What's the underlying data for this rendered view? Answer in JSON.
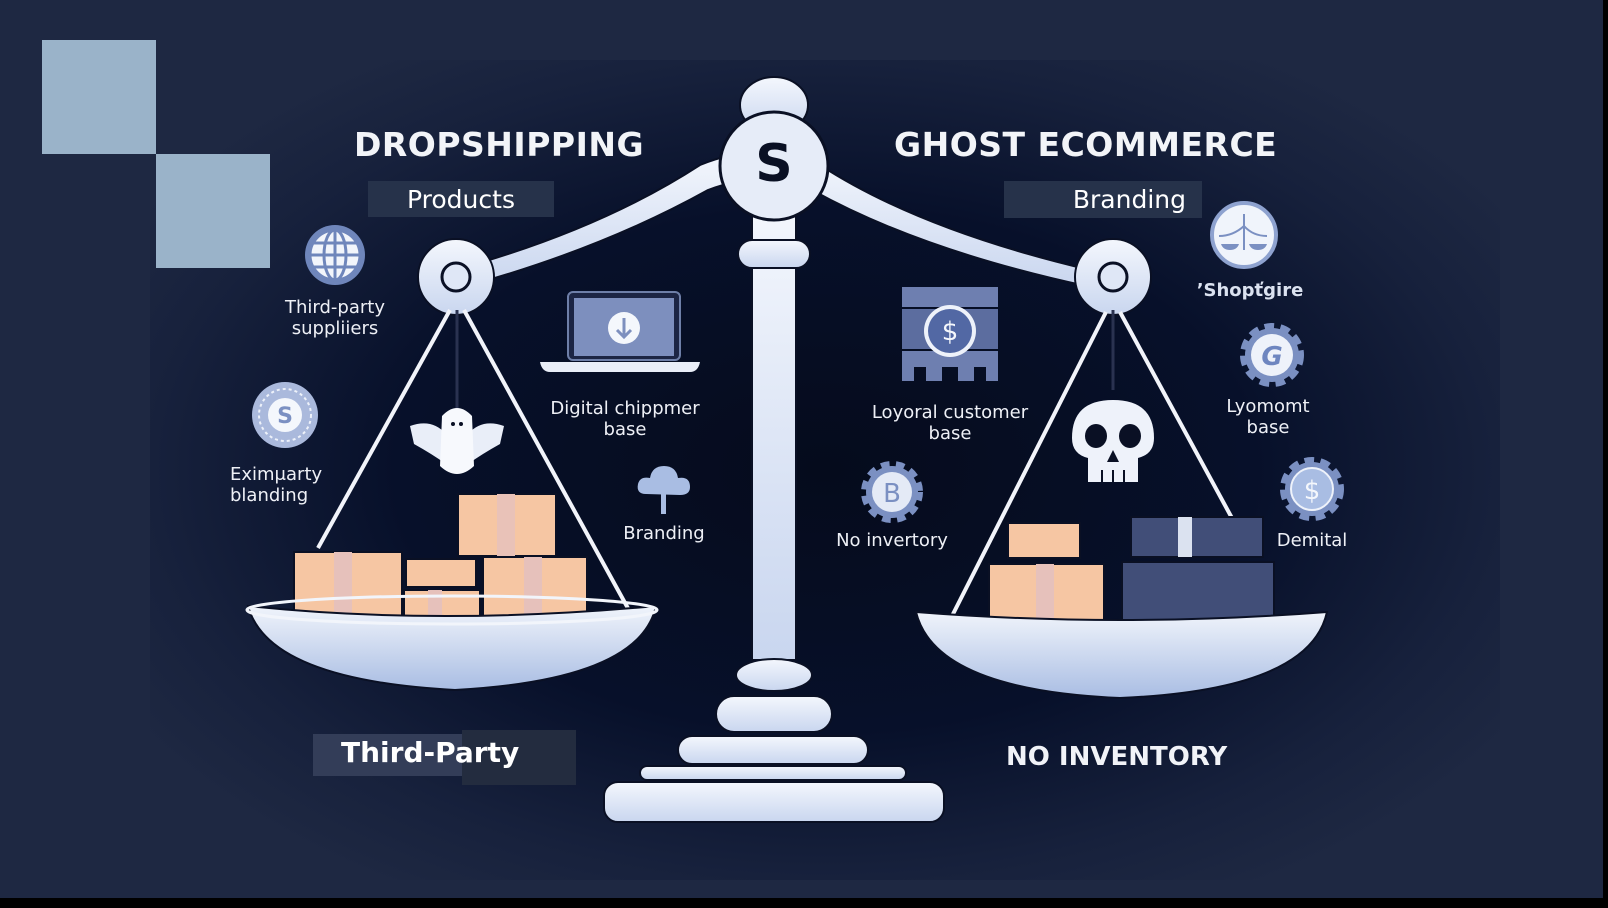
{
  "titles": {
    "left": "DROPSHIPPING",
    "right": "GHOST ECOMMERCE"
  },
  "overlay_labels": {
    "products": "Products",
    "branding": "Branding",
    "third_party": "Third-Party"
  },
  "center_emblem": "S",
  "left_side": {
    "captions": [
      {
        "line1": "Third-party",
        "line2": "suppliiers",
        "icon": "globe-icon"
      },
      {
        "line1": "Eximμarty",
        "line2": "blanding",
        "icon": "coin-s-icon"
      },
      {
        "line1": "Digital chippmer",
        "line2": "base",
        "icon": "laptop-download-icon"
      },
      {
        "line1": "Branding",
        "line2": "",
        "icon": "cloud-icon"
      }
    ],
    "pan_figure": "ghost-bird-icon"
  },
  "right_side": {
    "captions": [
      {
        "line1": "Loyoral customer",
        "line2": "base",
        "icon": "dollar-store-icon"
      },
      {
        "line1": "No invertory",
        "line2": "",
        "icon": "gear-b-icon"
      },
      {
        "line1": "ʼShopťgire",
        "line2": "",
        "icon": "scale-badge-icon"
      },
      {
        "line1": "Lyomomt",
        "line2": "base",
        "icon": "gear-g-icon"
      },
      {
        "line1": "Demital",
        "line2": "",
        "icon": "gear-dollar-icon"
      }
    ],
    "pan_figure": "skull-icon"
  },
  "bottom_labels": {
    "right": "NO INVENTORY"
  },
  "colors": {
    "background": "#1e2842",
    "deco_squares": "#9ab3c9",
    "overlay_box": "#26324a",
    "scale_white": "#e8eef9",
    "scale_shade": "#aec2e4",
    "box_peach": "#f6c6a3",
    "box_navy": "#414e78",
    "icon_blue": "#7d93c4"
  }
}
